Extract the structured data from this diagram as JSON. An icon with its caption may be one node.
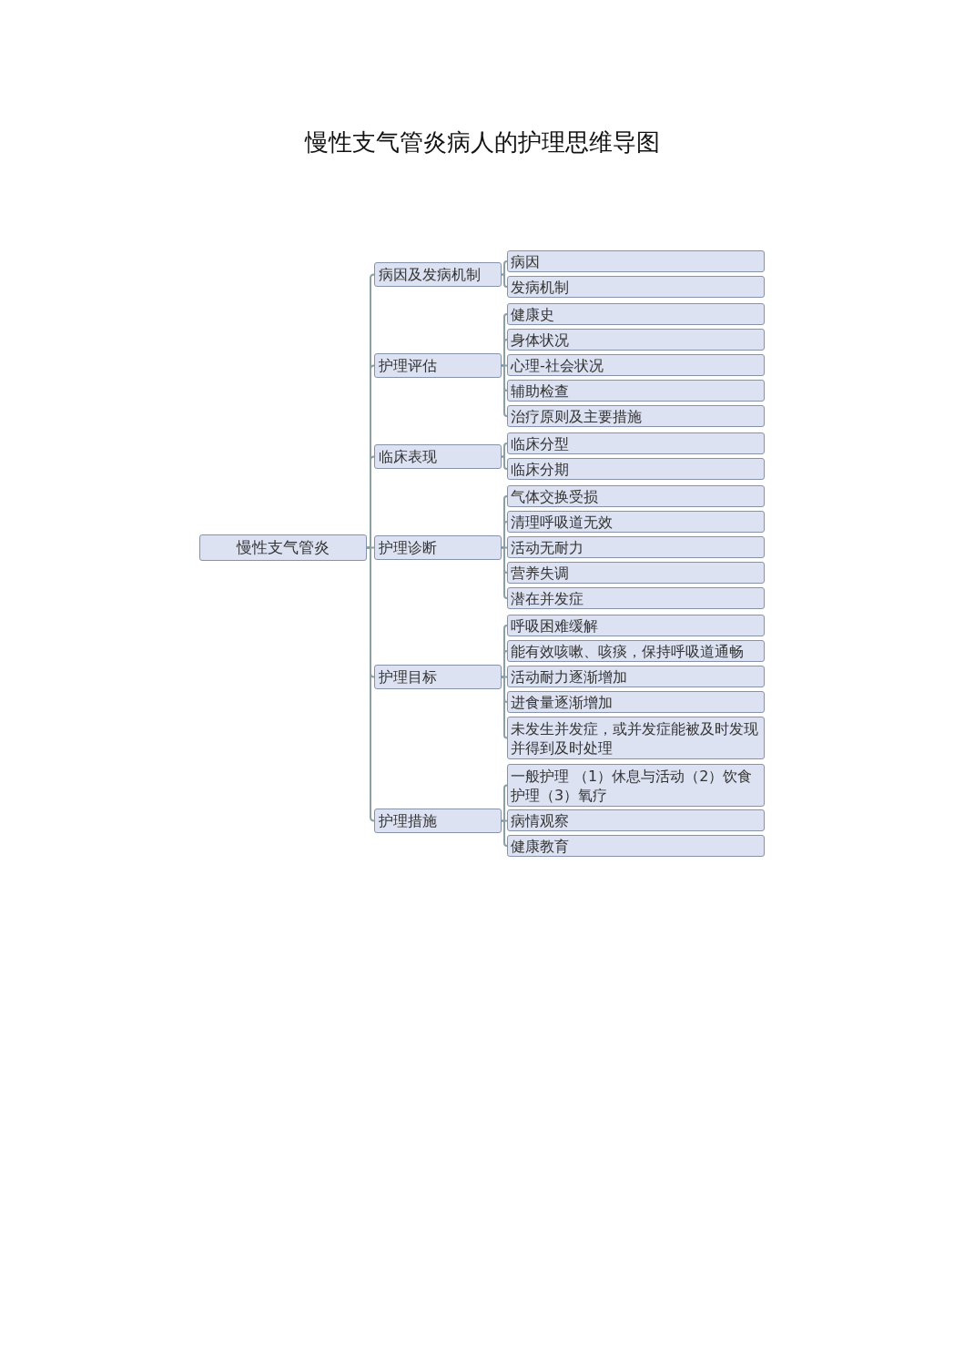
{
  "diagram": {
    "title": "慢性支气管炎病人的护理思维导图",
    "nodes": [
      {
        "text": [
          "慢性支气管炎"
        ]
      },
      {
        "text": [
          "病因及发病机制"
        ]
      },
      {
        "text": [
          "病因"
        ]
      },
      {
        "text": [
          "发病机制"
        ]
      },
      {
        "text": [
          "护理评估"
        ]
      },
      {
        "text": [
          "健康史"
        ]
      },
      {
        "text": [
          "身体状况"
        ]
      },
      {
        "text": [
          "心理-社会状况"
        ]
      },
      {
        "text": [
          "辅助检查"
        ]
      },
      {
        "text": [
          "治疗原则及主要措施"
        ]
      },
      {
        "text": [
          "临床表现"
        ]
      },
      {
        "text": [
          "临床分型"
        ]
      },
      {
        "text": [
          "临床分期"
        ]
      },
      {
        "text": [
          "护理诊断"
        ]
      },
      {
        "text": [
          "气体交换受损"
        ]
      },
      {
        "text": [
          "清理呼吸道无效"
        ]
      },
      {
        "text": [
          "活动无耐力"
        ]
      },
      {
        "text": [
          "营养失调"
        ]
      },
      {
        "text": [
          "潜在并发症"
        ]
      },
      {
        "text": [
          "护理目标"
        ]
      },
      {
        "text": [
          "呼吸困难缓解"
        ]
      },
      {
        "text": [
          "能有效咳嗽、咳痰，保持呼吸道通畅"
        ]
      },
      {
        "text": [
          "活动耐力逐渐增加"
        ]
      },
      {
        "text": [
          "进食量逐渐增加"
        ]
      },
      {
        "text": [
          "未发生并发症，或并发症能被及时发现并得到及时处理"
        ]
      },
      {
        "text": [
          "护理措施"
        ]
      },
      {
        "text": [
          "一般护理 （1）休息与活动（2）饮食护理（3）氧疗"
        ]
      },
      {
        "text": [
          "病情观察"
        ]
      },
      {
        "text": [
          "健康教育"
        ]
      }
    ],
    "edges": [
      {
        "from": 0,
        "to": 1,
        "arrow": "none"
      },
      {
        "from": 0,
        "to": 4,
        "arrow": "none"
      },
      {
        "from": 0,
        "to": 10,
        "arrow": "none"
      },
      {
        "from": 0,
        "to": 13,
        "arrow": "none"
      },
      {
        "from": 0,
        "to": 19,
        "arrow": "none"
      },
      {
        "from": 0,
        "to": 25,
        "arrow": "none"
      },
      {
        "from": 1,
        "to": 2,
        "arrow": "none"
      },
      {
        "from": 1,
        "to": 3,
        "arrow": "none"
      },
      {
        "from": 4,
        "to": 5,
        "arrow": "none"
      },
      {
        "from": 4,
        "to": 6,
        "arrow": "none"
      },
      {
        "from": 4,
        "to": 7,
        "arrow": "none"
      },
      {
        "from": 4,
        "to": 8,
        "arrow": "none"
      },
      {
        "from": 4,
        "to": 9,
        "arrow": "none"
      },
      {
        "from": 10,
        "to": 11,
        "arrow": "none"
      },
      {
        "from": 10,
        "to": 12,
        "arrow": "none"
      },
      {
        "from": 13,
        "to": 14,
        "arrow": "none"
      },
      {
        "from": 13,
        "to": 15,
        "arrow": "none"
      },
      {
        "from": 13,
        "to": 16,
        "arrow": "none"
      },
      {
        "from": 13,
        "to": 17,
        "arrow": "none"
      },
      {
        "from": 13,
        "to": 18,
        "arrow": "none"
      },
      {
        "from": 19,
        "to": 20,
        "arrow": "none"
      },
      {
        "from": 19,
        "to": 21,
        "arrow": "none"
      },
      {
        "from": 19,
        "to": 22,
        "arrow": "none"
      },
      {
        "from": 19,
        "to": 23,
        "arrow": "none"
      },
      {
        "from": 19,
        "to": 24,
        "arrow": "none"
      },
      {
        "from": 25,
        "to": 26,
        "arrow": "none"
      },
      {
        "from": 25,
        "to": 27,
        "arrow": "none"
      },
      {
        "from": 25,
        "to": 28,
        "arrow": "none"
      }
    ]
  }
}
